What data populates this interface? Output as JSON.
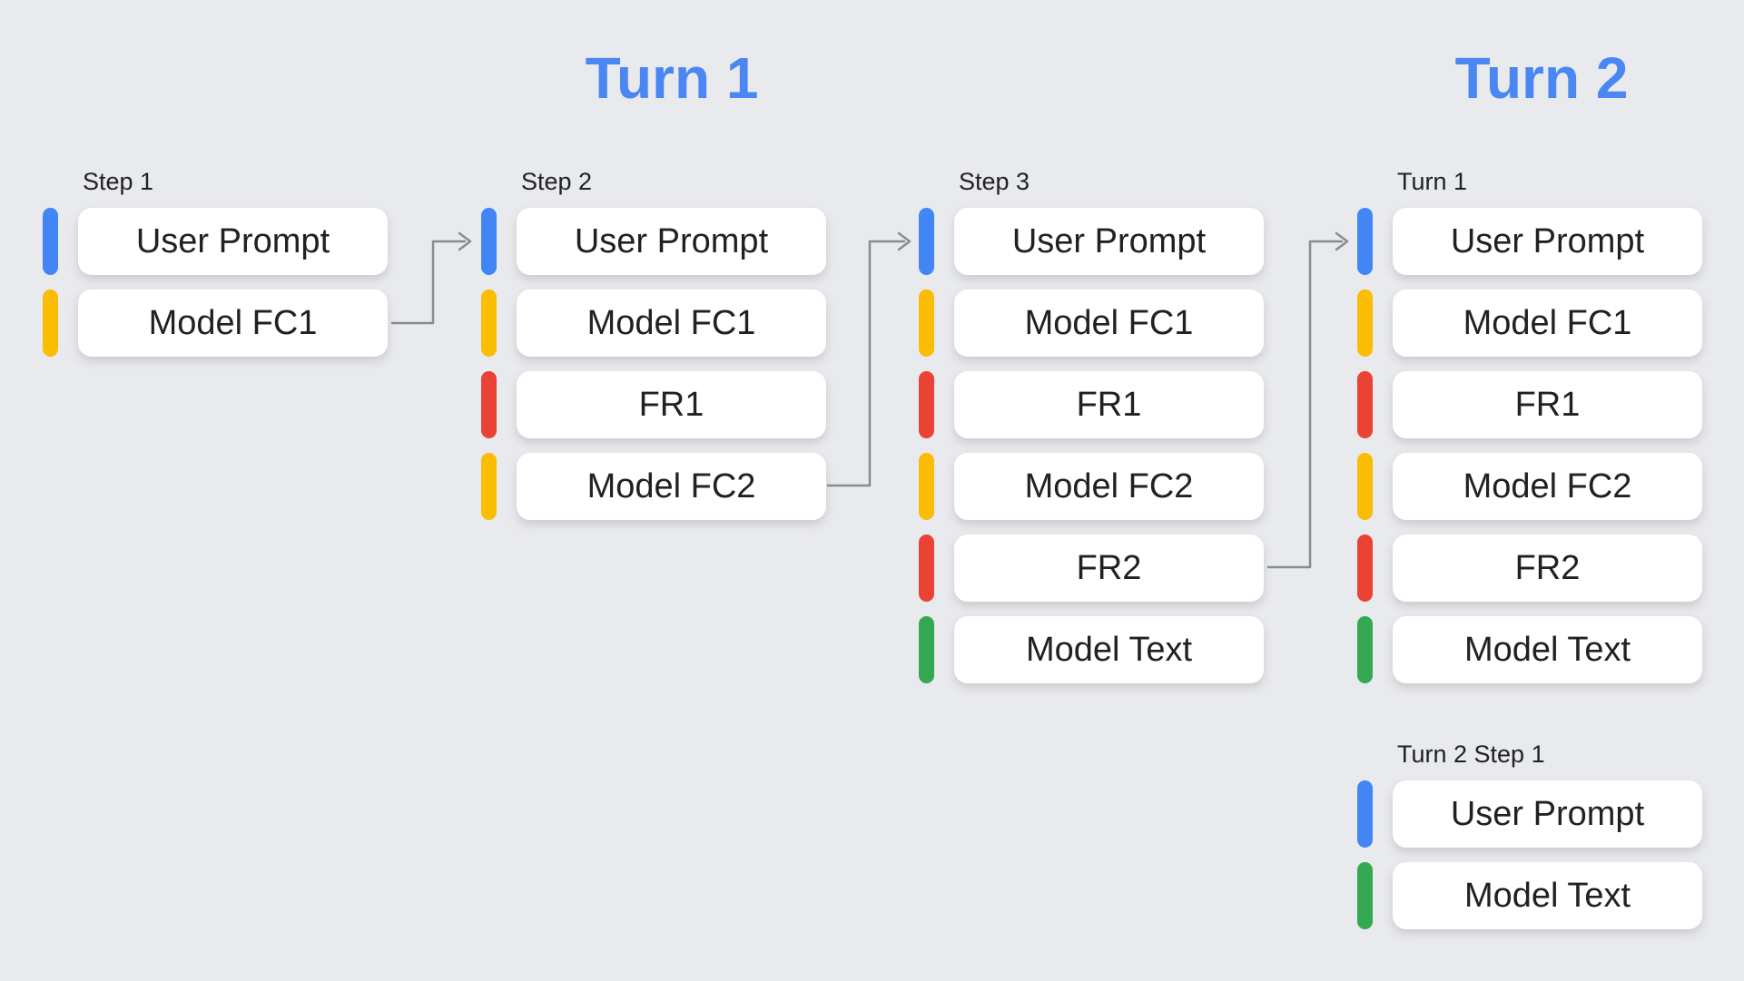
{
  "diagram": {
    "background": "#e9eaee",
    "heading_color": "#4a87f2",
    "arrow_color": "#888c90",
    "text_color": "#202124",
    "card_background": "#ffffff",
    "colors": {
      "blue": "#4285f4",
      "yellow": "#fbbc04",
      "red": "#ea4335",
      "green": "#34a853"
    },
    "headings": [
      {
        "text": "Turn 1"
      },
      {
        "text": "Turn 2"
      }
    ],
    "columns": [
      {
        "label": "Step 1",
        "items": [
          {
            "text": "User Prompt",
            "color": "blue"
          },
          {
            "text": "Model FC1",
            "color": "yellow"
          }
        ]
      },
      {
        "label": "Step 2",
        "items": [
          {
            "text": "User Prompt",
            "color": "blue"
          },
          {
            "text": "Model FC1",
            "color": "yellow"
          },
          {
            "text": "FR1",
            "color": "red"
          },
          {
            "text": "Model FC2",
            "color": "yellow"
          }
        ]
      },
      {
        "label": "Step 3",
        "items": [
          {
            "text": "User Prompt",
            "color": "blue"
          },
          {
            "text": "Model FC1",
            "color": "yellow"
          },
          {
            "text": "FR1",
            "color": "red"
          },
          {
            "text": "Model FC2",
            "color": "yellow"
          },
          {
            "text": "FR2",
            "color": "red"
          },
          {
            "text": "Model Text",
            "color": "green"
          }
        ]
      },
      {
        "label": "Turn 1",
        "items": [
          {
            "text": "User Prompt",
            "color": "blue"
          },
          {
            "text": "Model FC1",
            "color": "yellow"
          },
          {
            "text": "FR1",
            "color": "red"
          },
          {
            "text": "Model FC2",
            "color": "yellow"
          },
          {
            "text": "FR2",
            "color": "red"
          },
          {
            "text": "Model Text",
            "color": "green"
          }
        ]
      },
      {
        "label": "Turn 2 Step 1",
        "items": [
          {
            "text": "User Prompt",
            "color": "blue"
          },
          {
            "text": "Model Text",
            "color": "green"
          }
        ]
      }
    ],
    "connections": [
      {
        "from": "Step 1 / Model FC1",
        "to": "Step 2 / User Prompt"
      },
      {
        "from": "Step 2 / Model FC2",
        "to": "Step 3 / User Prompt"
      },
      {
        "from": "Step 3 / FR2",
        "to": "Turn 2 / Turn 1 / User Prompt"
      }
    ]
  }
}
